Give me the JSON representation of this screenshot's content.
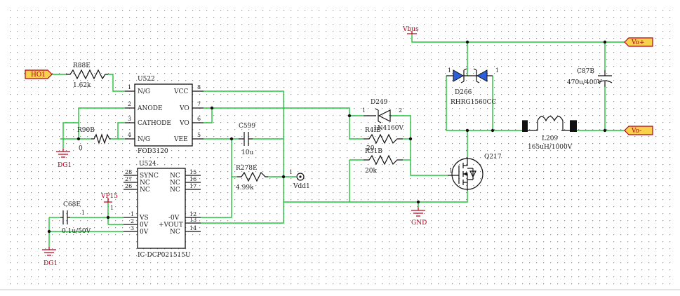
{
  "colors": {
    "wire": "#22c33a",
    "component": "#111111",
    "port_fill": "#f7d24a",
    "port_border": "#b3001b",
    "label_red": "#b3001b"
  },
  "ports": {
    "ho1": "HO1",
    "vo_plus": "Vo+",
    "vo_minus": "Vo-"
  },
  "power": {
    "vbus": "Vbus",
    "vp15": "VP15",
    "vdd1": "Vdd1",
    "gnd": "GND",
    "dg1_a": "DG1",
    "dg1_b": "DG1"
  },
  "u522": {
    "ref": "U522",
    "part": "FOD3120",
    "left_pins": [
      {
        "num": "1",
        "name": "N/G"
      },
      {
        "num": "2",
        "name": "ANODE"
      },
      {
        "num": "3",
        "name": "CATHODE"
      },
      {
        "num": "4",
        "name": "N/G"
      }
    ],
    "right_pins": [
      {
        "num": "8",
        "name": "VCC"
      },
      {
        "num": "7",
        "name": "VO"
      },
      {
        "num": "6",
        "name": "VO"
      },
      {
        "num": "5",
        "name": "VEE"
      }
    ]
  },
  "u524": {
    "ref": "U524",
    "part": "IC-DCP021515U",
    "left_pins": [
      {
        "num": "28",
        "name": "SYNC"
      },
      {
        "num": "27",
        "name": "NC"
      },
      {
        "num": "26",
        "name": "NC"
      },
      {
        "num": "1",
        "name": "VS"
      },
      {
        "num": "2",
        "name": "0V"
      },
      {
        "num": "3",
        "name": "0V"
      }
    ],
    "right_pins": [
      {
        "num": "15",
        "name": "NC"
      },
      {
        "num": "16",
        "name": "NC"
      },
      {
        "num": "17",
        "name": "NC"
      },
      {
        "num": "12",
        "name": "-0V"
      },
      {
        "num": "13",
        "name": "+VOUT"
      },
      {
        "num": "14",
        "name": "NC"
      }
    ]
  },
  "resistors": {
    "r88e": {
      "ref": "R88E",
      "value": "1.62k"
    },
    "r90b": {
      "ref": "R90B",
      "value": "0"
    },
    "r278e": {
      "ref": "R278E",
      "value": "4.99k"
    },
    "r4ib": {
      "ref": "R4IB",
      "value": "20"
    },
    "r31b": {
      "ref": "R31B",
      "value": "20k"
    }
  },
  "capacitors": {
    "c599": {
      "ref": "C599",
      "value": "10u"
    },
    "c68e": {
      "ref": "C68E",
      "value": "0.1u/50V"
    },
    "c87b": {
      "ref": "C87B",
      "value": "470u/400V"
    }
  },
  "diodes": {
    "d249": {
      "ref": "D249",
      "value": "1N4160V"
    },
    "d266": {
      "ref": "D266",
      "value": "RHRG1560CC"
    }
  },
  "transistor": {
    "ref": "Q217"
  },
  "inductor": {
    "ref": "L209",
    "value": "165uH/1000V"
  },
  "pin_marks": {
    "vdd1_pin": "1",
    "c68e_pin": "1",
    "vp15_pin": "1",
    "q217_pin": "1",
    "d249_left": "1",
    "d249_right": "2",
    "d266_left": "1",
    "d266_right": "1"
  }
}
